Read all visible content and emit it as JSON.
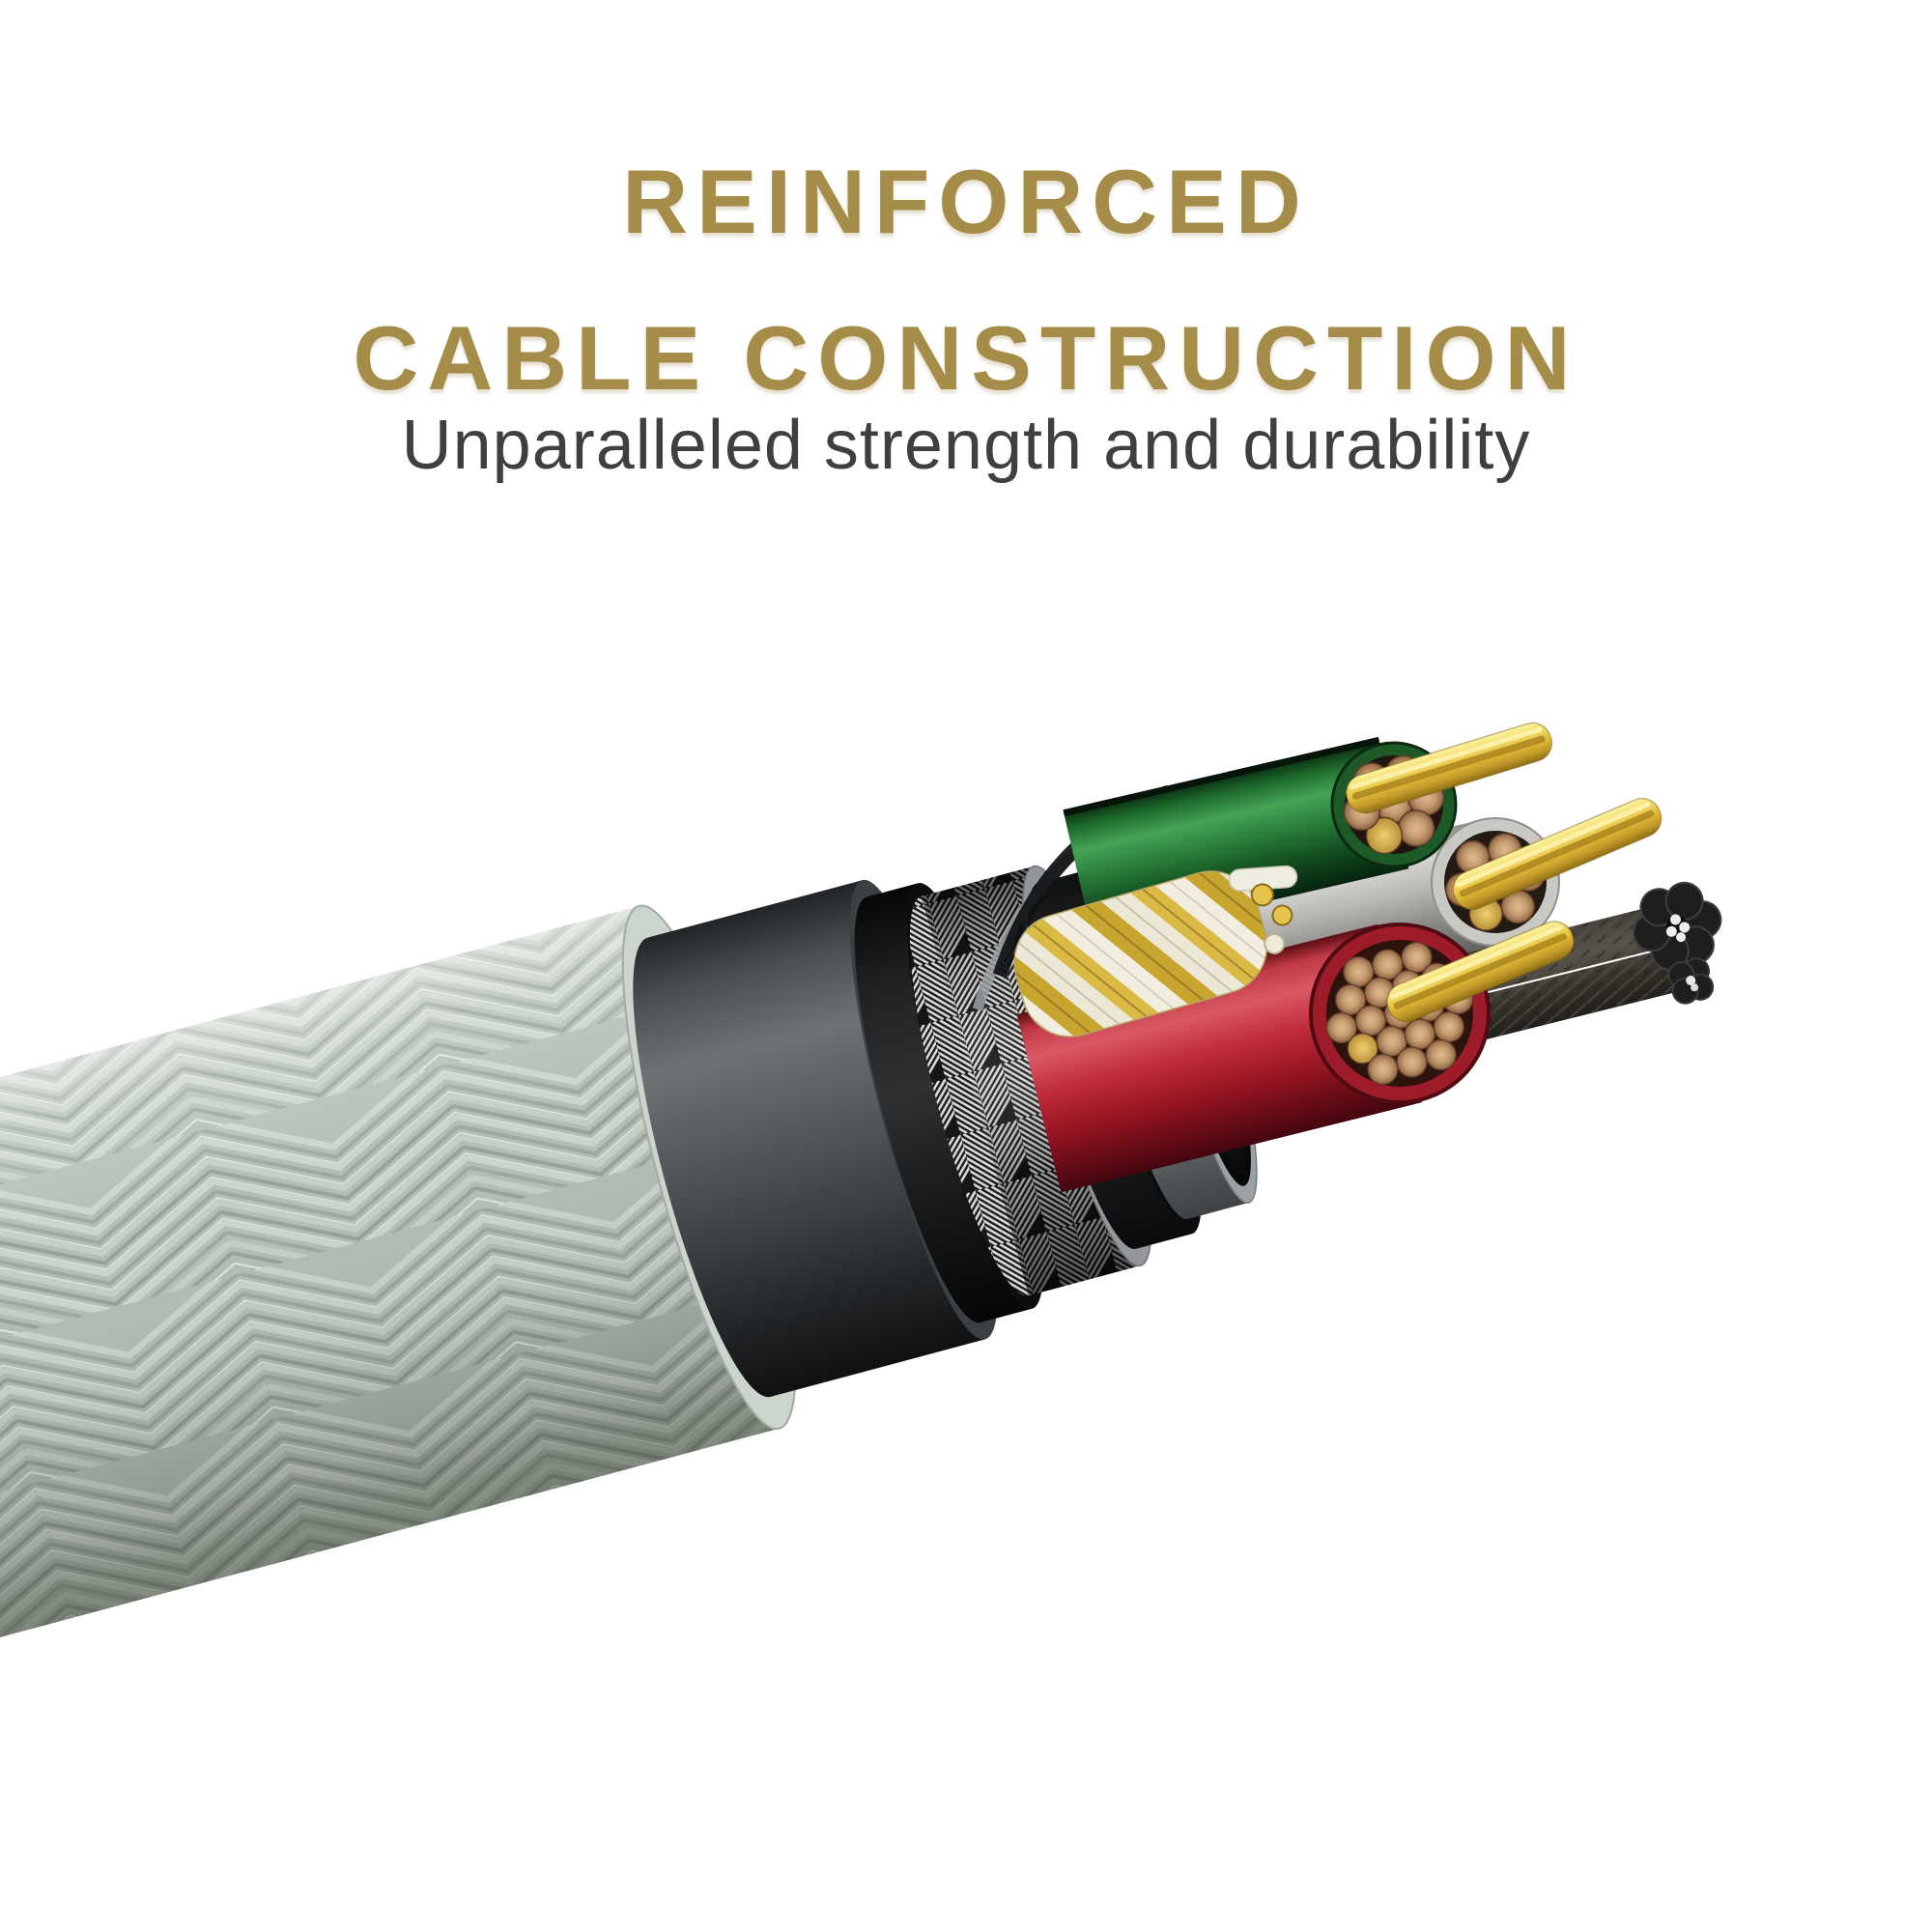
{
  "heading": {
    "line1": "REINFORCED",
    "line2": "CABLE CONSTRUCTION",
    "color": "#a68c49"
  },
  "subtitle": {
    "text": "Unparalleled strength and durability",
    "color": "#3e3f41"
  },
  "illustration": {
    "description": "3D cutaway render of a braided cable running diagonally from lower-left, layers peeled back to reveal internal construction",
    "layers": [
      {
        "name": "outer-braided-fabric-sheath",
        "color": "#b5c0b6"
      },
      {
        "name": "rubber-jacket",
        "color": "#515559"
      },
      {
        "name": "black-binder-layer",
        "color": "#17181a"
      },
      {
        "name": "metal-braid-shield",
        "color": "#d8d8d8"
      },
      {
        "name": "black-inner-jacket",
        "color": "#151617"
      },
      {
        "name": "foil-shield-layer",
        "color": "#9aa0a3"
      },
      {
        "name": "green-insulated-conductor",
        "color": "#2e7d3c"
      },
      {
        "name": "red-insulated-conductor",
        "color": "#b5212e"
      },
      {
        "name": "white-insulated-conductor",
        "color": "#cfcfcb"
      },
      {
        "name": "aramid-fiber-strength-bundle",
        "color": "#d9ba44"
      },
      {
        "name": "steel-strength-strands",
        "color": "#32302c"
      },
      {
        "name": "gold-contact-pins",
        "color": "#e8c943"
      },
      {
        "name": "copper-conductor-strands",
        "color": "#c39b72"
      }
    ]
  },
  "colors": {
    "background": "#ffffff",
    "heading_gold": "#a68c49",
    "subtitle_gray": "#3e3f41",
    "braid_sage": "#b3beb4",
    "braid_face": "#ccd5cb",
    "jacket_gray_cut": "#3c4043",
    "binder_black_cut": "#0c0d0e",
    "shield_cut": "#93969a",
    "inner_jacket_cut": "#0b0c0d",
    "foil_gray": "#9aa0a3",
    "wire_green_ring": "#1c5a28",
    "wire_red_ring": "#9e1b2a",
    "wire_white_ring": "#c9c9c4",
    "conductor_copper": "#c49a70",
    "conductor_amber": "#d8a84e",
    "aramid_yellow": "#d9ba44",
    "aramid_white": "#ece8d8",
    "pin_gold": "#e3bd3a",
    "steel_dark": "#32302c"
  }
}
